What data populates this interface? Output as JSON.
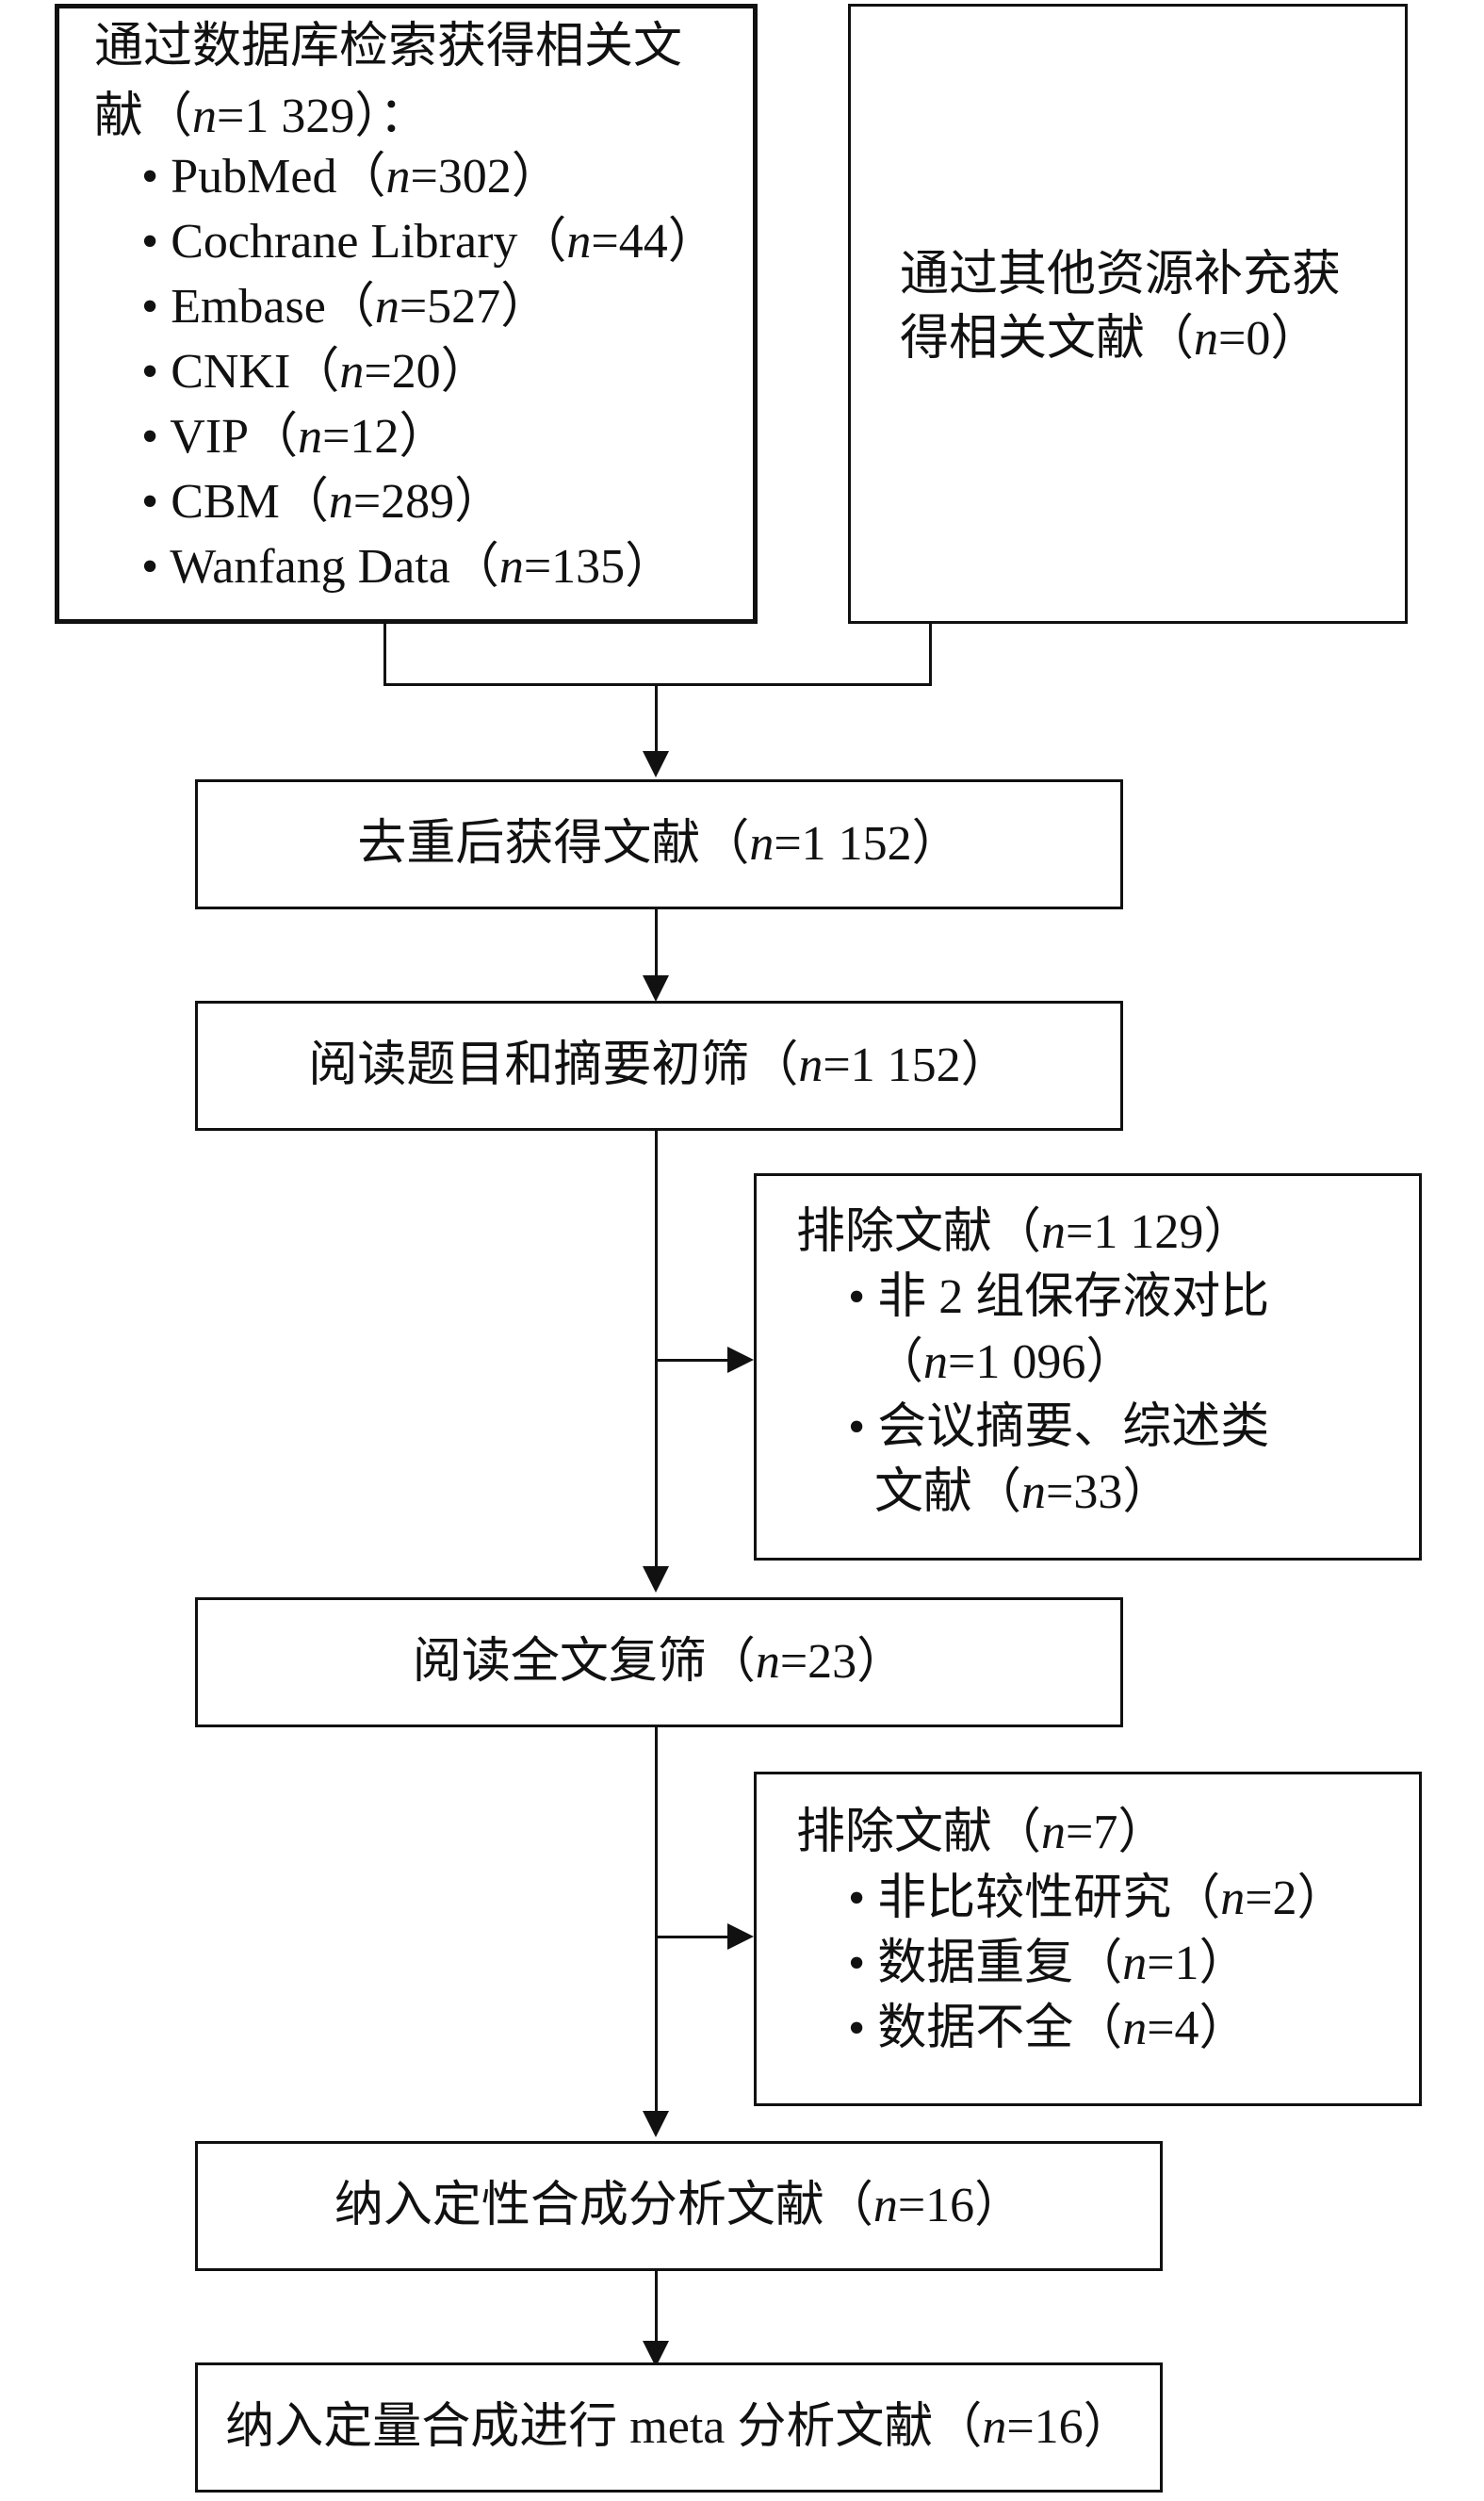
{
  "db_box": {
    "title_line1": "通过数据库检索获得相关文",
    "title_line2_prefix": "献（",
    "title_line2_n": "n",
    "title_line2_suffix": "=1 329）：",
    "items": [
      {
        "name": "PubMed（",
        "n": "n",
        "val": "=302）"
      },
      {
        "name": "Cochrane Library（",
        "n": "n",
        "val": "=44）"
      },
      {
        "name": "Embase（",
        "n": "n",
        "val": "=527）"
      },
      {
        "name": "CNKI（",
        "n": "n",
        "val": "=20）"
      },
      {
        "name": "VIP（",
        "n": "n",
        "val": "=12）"
      },
      {
        "name": "CBM（",
        "n": "n",
        "val": "=289）"
      },
      {
        "name": "Wanfang Data（",
        "n": "n",
        "val": "=135）"
      }
    ]
  },
  "other_box": {
    "line1": "通过其他资源补充获",
    "line2_prefix": "得相关文献（",
    "n": "n",
    "line2_suffix": "=0）"
  },
  "dedup_box": {
    "prefix": "去重后获得文献（",
    "n": "n",
    "suffix": "=1 152）"
  },
  "screen_box": {
    "prefix": "阅读题目和摘要初筛（",
    "n": "n",
    "suffix": "=1 152）"
  },
  "excl1_box": {
    "title_prefix": "排除文献（",
    "n": "n",
    "title_suffix": "=1 129）",
    "item1_line1": "非 2 组保存液对比",
    "item1_line2_prefix": "（",
    "item1_line2_suffix": "=1 096）",
    "item2_line1": "会议摘要、综述类",
    "item2_line2_prefix": "文献（",
    "item2_line2_suffix": "=33）"
  },
  "fulltext_box": {
    "prefix": "阅读全文复筛（",
    "n": "n",
    "suffix": "=23）"
  },
  "excl2_box": {
    "title_prefix": "排除文献（",
    "n": "n",
    "title_suffix": "=7）",
    "items": [
      {
        "prefix": "非比较性研究（",
        "suffix": "=2）"
      },
      {
        "prefix": "数据重复（",
        "suffix": "=1）"
      },
      {
        "prefix": "数据不全（",
        "suffix": "=4）"
      }
    ]
  },
  "qual_box": {
    "prefix": "纳入定性合成分析文献（",
    "n": "n",
    "suffix": "=16）"
  },
  "quant_box": {
    "prefix": "纳入定量合成进行 meta 分析文献（",
    "n": "n",
    "suffix": "=16）"
  },
  "bullet": "•"
}
